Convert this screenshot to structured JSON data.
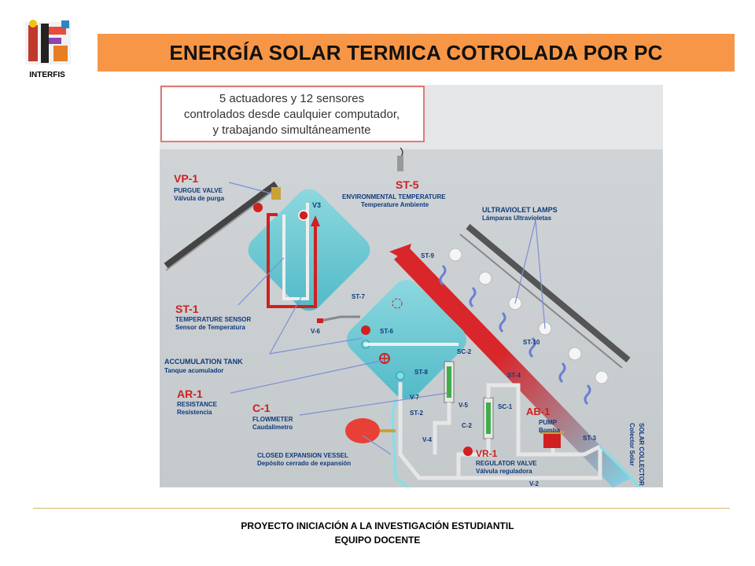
{
  "header": {
    "title": "ENERGÍA SOLAR TERMICA COTROLADA POR PC",
    "logo_text": "INTERFIS",
    "colors": {
      "title_bar": "#f79646"
    }
  },
  "diagram": {
    "callout": {
      "line1": "5 actuadores y 12 sensores",
      "line2": "controlados desde caulquier computador,",
      "line3": "y trabajando simultáneamente"
    },
    "labels": {
      "vp1": {
        "code": "VP-1",
        "en": "PURGUE VALVE",
        "es": "Válvula de purga"
      },
      "st5": {
        "code": "ST-5",
        "en": "ENVIRONMENTAL TEMPERATURE",
        "es": "Temperature Ambiente"
      },
      "uv": {
        "en": "ULTRAVIOLET LAMPS",
        "es": "Lámparas Ultravioletas"
      },
      "st1": {
        "code": "ST-1",
        "en": "TEMPERATURE SENSOR",
        "es": "Sensor de Temperatura"
      },
      "tank": {
        "en": "ACCUMULATION TANK",
        "es": "Tanque acumulador"
      },
      "ar1": {
        "code": "AR-1",
        "en": "RESISTANCE",
        "es": "Resistencia"
      },
      "c1": {
        "code": "C-1",
        "en": "FLOWMETER",
        "es": "Caudalimetro"
      },
      "vessel": {
        "en": "CLOSED EXPANSION VESSEL",
        "es": "Depósito cerrado de expansión"
      },
      "vr1": {
        "code": "VR-1",
        "en": "REGULATOR VALVE",
        "es": "Válvula reguladora"
      },
      "ab1": {
        "code": "AB-1",
        "en": "PUMP",
        "es": "Bomba"
      },
      "solar": {
        "en": "SOLAR COLLECTOR",
        "es": "Colector Solar"
      }
    },
    "tags": {
      "v3": "V3",
      "st9": "ST-9",
      "st7": "ST-7",
      "v6": "V-6",
      "st6": "ST-6",
      "st10": "ST-10",
      "sc2": "SC-2",
      "st8": "ST-8",
      "st4": "ST-4",
      "v7": "V-7",
      "st2": "ST-2",
      "v5": "V-5",
      "sc1": "SC-1",
      "c2": "C-2",
      "v4": "V-4",
      "st3": "ST-3",
      "v2": "V-2"
    }
  },
  "footer": {
    "line1": "PROYECTO INICIACIÓN A LA INVESTIGACIÓN ESTUDIANTIL",
    "line2": "EQUIPO DOCENTE"
  }
}
